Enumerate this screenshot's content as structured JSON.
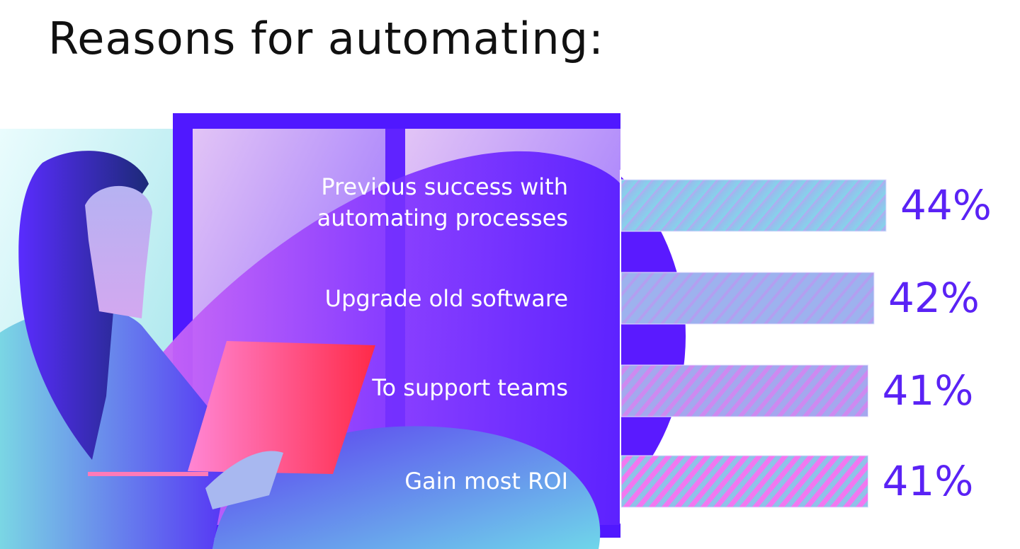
{
  "title": "Reasons for automating:",
  "colors": {
    "accent": "#5a22f5",
    "panel": "#5018ff",
    "bar_cyan": "#85d3ec",
    "bar_pink": "#f07ef0"
  },
  "chart_data": {
    "type": "bar",
    "orientation": "horizontal",
    "title": "Reasons for automating:",
    "categories": [
      "Previous success with automating processes",
      "Upgrade old software",
      "To support teams",
      "Gain most ROI"
    ],
    "label_lines": [
      [
        "Previous success with",
        "automating processes"
      ],
      [
        "Upgrade old software"
      ],
      [
        "To support teams"
      ],
      [
        "Gain most ROI"
      ]
    ],
    "values": [
      44,
      42,
      41,
      41
    ],
    "data_labels": [
      "44%",
      "42%",
      "41%",
      "41%"
    ],
    "unit": "%",
    "xlim": [
      0,
      100
    ],
    "grid": false
  }
}
